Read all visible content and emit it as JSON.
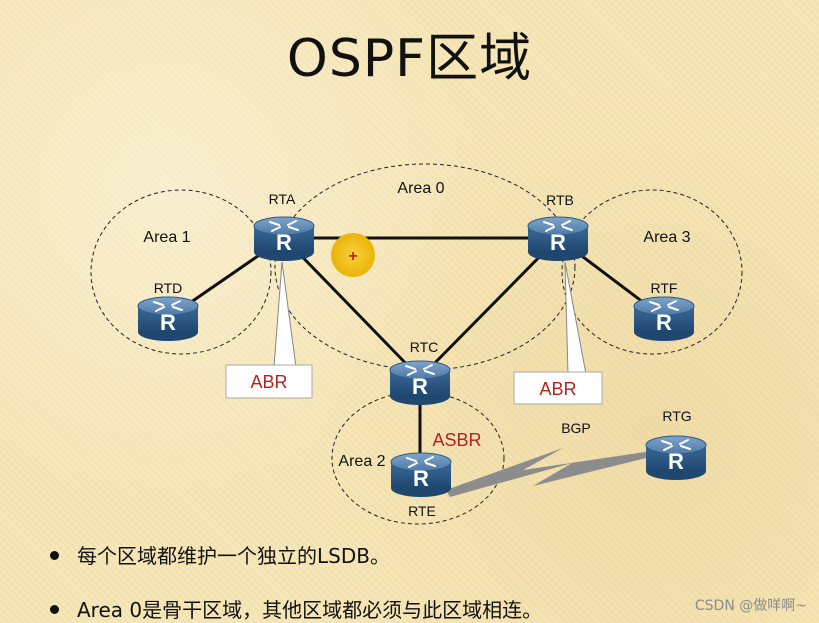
{
  "title": "OSPF区域",
  "areas": {
    "area0": "Area 0",
    "area1": "Area 1",
    "area2": "Area 2",
    "area3": "Area 3"
  },
  "routers": {
    "rta": {
      "label": "RTA",
      "glyph": "R"
    },
    "rtb": {
      "label": "RTB",
      "glyph": "R"
    },
    "rtc": {
      "label": "RTC",
      "glyph": "R"
    },
    "rtd": {
      "label": "RTD",
      "glyph": "R"
    },
    "rte": {
      "label": "RTE",
      "glyph": "R"
    },
    "rtf": {
      "label": "RTF",
      "glyph": "R"
    },
    "rtg": {
      "label": "RTG",
      "glyph": "R"
    }
  },
  "callouts": {
    "abr_left": "ABR",
    "abr_right": "ABR",
    "asbr": "ASBR"
  },
  "bgp_label": "BGP",
  "cursor_mark": "+",
  "bullets": [
    "每个区域都维护一个独立的LSDB。",
    "Area 0是骨干区域，其他区域都必须与此区域相连。"
  ],
  "watermark": "CSDN @做咩啊~",
  "colors": {
    "router_top": "#5a84b0",
    "router_side": "#2e5a87",
    "role_label": "#b3231f",
    "cursor_highlight": "#f2c40f"
  }
}
